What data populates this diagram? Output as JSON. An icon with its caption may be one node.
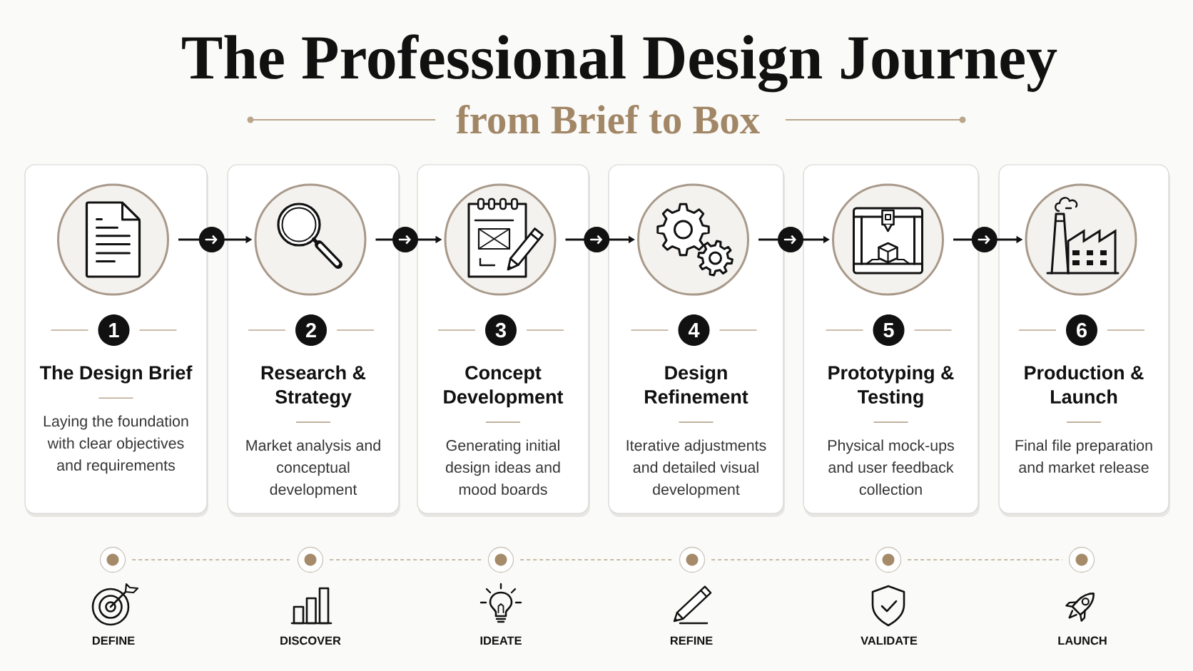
{
  "diagram": {
    "title": "The Professional Design Journey",
    "nodes": [
      {
        "text": [
          "The Design Brief",
          "Laying the foundation with clear objectives and requirements"
        ]
      },
      {
        "text": [],
        "shape": "circle",
        "in": 0
      },
      {
        "text": [
          "1"
        ],
        "in": 0
      },
      {
        "text": [
          "Research & Strategy",
          "Market analysis and conceptual development"
        ]
      },
      {
        "text": [],
        "shape": "circle",
        "in": 3
      },
      {
        "text": [
          "2"
        ],
        "in": 3
      },
      {
        "text": [
          "Concept Development",
          "Generating initial design ideas and mood boards"
        ]
      },
      {
        "text": [],
        "shape": "circle",
        "in": 6
      },
      {
        "text": [
          "3"
        ],
        "in": 6
      },
      {
        "text": [
          "Design Refinement",
          "Iterative adjustments and detailed visual development"
        ]
      },
      {
        "text": [],
        "shape": "circle",
        "in": 9
      },
      {
        "text": [
          "4"
        ],
        "in": 9
      },
      {
        "text": [
          "Prototyping & Testing",
          "Physical mock-ups and user feedback collection"
        ]
      },
      {
        "text": [],
        "shape": "circle",
        "in": 12
      },
      {
        "text": [
          "5"
        ],
        "in": 12
      },
      {
        "text": [
          "Production & Launch",
          "Final file preparation and market release"
        ]
      },
      {
        "text": [],
        "shape": "circle",
        "in": 15
      },
      {
        "text": [
          "6"
        ],
        "in": 15
      },
      {
        "text": [],
        "shape": "circle"
      },
      {
        "text": [],
        "shape": "circle"
      },
      {
        "text": [],
        "shape": "circle"
      },
      {
        "text": [],
        "shape": "circle"
      },
      {
        "text": [],
        "shape": "circle"
      },
      {
        "text": [],
        "shape": "circle"
      }
    ],
    "edges": [
      {
        "from": 1,
        "to": 4,
        "arrow": "to"
      },
      {
        "from": 4,
        "to": 7,
        "arrow": "to"
      },
      {
        "from": 7,
        "to": 10,
        "arrow": "to"
      },
      {
        "from": 10,
        "to": 13,
        "arrow": "to"
      },
      {
        "from": 13,
        "to": 16,
        "arrow": "to"
      },
      {
        "from": 18,
        "to": 19,
        "arrow": "none",
        "style": "dashed",
        "color": "#b8a78c"
      },
      {
        "from": 19,
        "to": 20,
        "arrow": "none",
        "style": "dashed",
        "color": "#b8a78c"
      },
      {
        "from": 20,
        "to": 21,
        "arrow": "none",
        "style": "dashed",
        "color": "#b8a78c"
      },
      {
        "from": 21,
        "to": 22,
        "arrow": "none",
        "style": "dashed",
        "color": "#b8a78c"
      },
      {
        "from": 22,
        "to": 23,
        "arrow": "none",
        "style": "dashed",
        "color": "#b8a78c"
      }
    ],
    "labels": [
      "from Brief to Box",
      "DEFINE",
      "DISCOVER",
      "IDEATE",
      "REFINE",
      "VALIDATE",
      "LAUNCH"
    ]
  }
}
